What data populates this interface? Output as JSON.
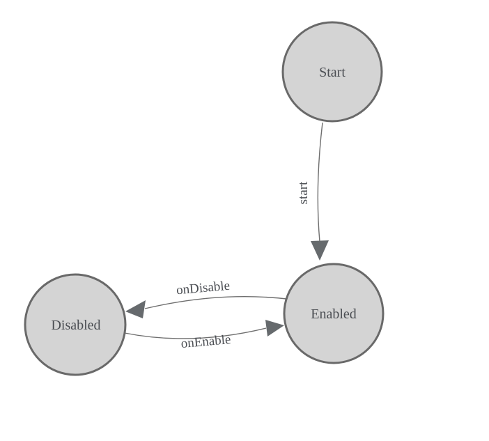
{
  "diagram": {
    "type": "state-machine",
    "background_color": "#ffffff",
    "node_fill_color": "#d4d4d4",
    "node_stroke_color": "#696969",
    "edge_color": "#6e6e6e",
    "text_color": "#4b4e53",
    "nodes": [
      {
        "id": "start",
        "label": "Start"
      },
      {
        "id": "enabled",
        "label": "Enabled"
      },
      {
        "id": "disabled",
        "label": "Disabled"
      }
    ],
    "edges": [
      {
        "from": "Start",
        "to": "Enabled",
        "label": "start"
      },
      {
        "from": "Enabled",
        "to": "Disabled",
        "label": "onDisable"
      },
      {
        "from": "Disabled",
        "to": "Enabled",
        "label": "onEnable"
      }
    ]
  }
}
